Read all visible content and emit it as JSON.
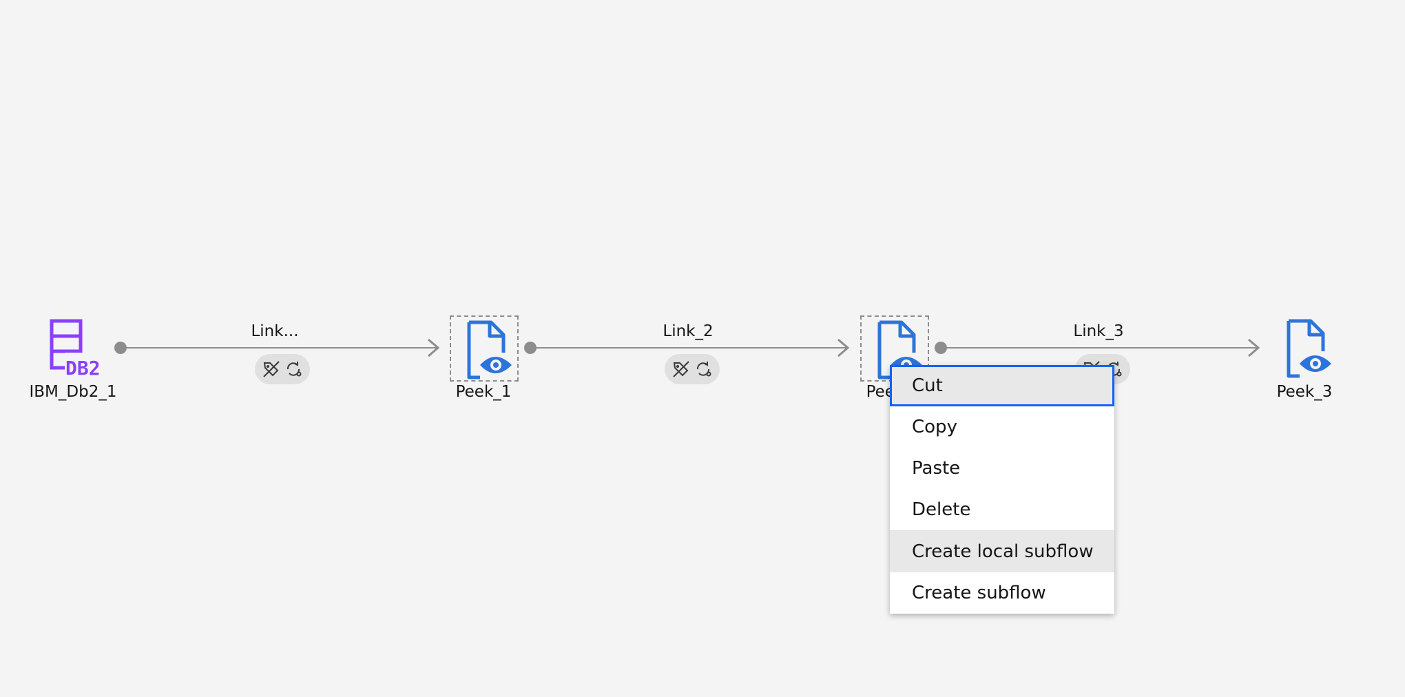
{
  "nodes": [
    {
      "label": "IBM_Db2_1",
      "icon": "db2-icon"
    },
    {
      "label": "Peek_1",
      "icon": "peek-icon"
    },
    {
      "label": "Peek_2",
      "icon": "peek-icon"
    },
    {
      "label": "Peek_3",
      "icon": "peek-icon"
    }
  ],
  "links": [
    {
      "label": "Link..."
    },
    {
      "label": "Link_2"
    },
    {
      "label": "Link_3"
    }
  ],
  "context_menu": {
    "items": [
      {
        "label": "Cut"
      },
      {
        "label": "Copy"
      },
      {
        "label": "Paste"
      },
      {
        "label": "Delete"
      },
      {
        "label": "Create local subflow"
      },
      {
        "label": "Create subflow"
      }
    ]
  },
  "colors": {
    "db2": "#8a3ffc",
    "peek": "#2d74da",
    "link": "#8d8d8d",
    "focus": "#0f62fe"
  }
}
